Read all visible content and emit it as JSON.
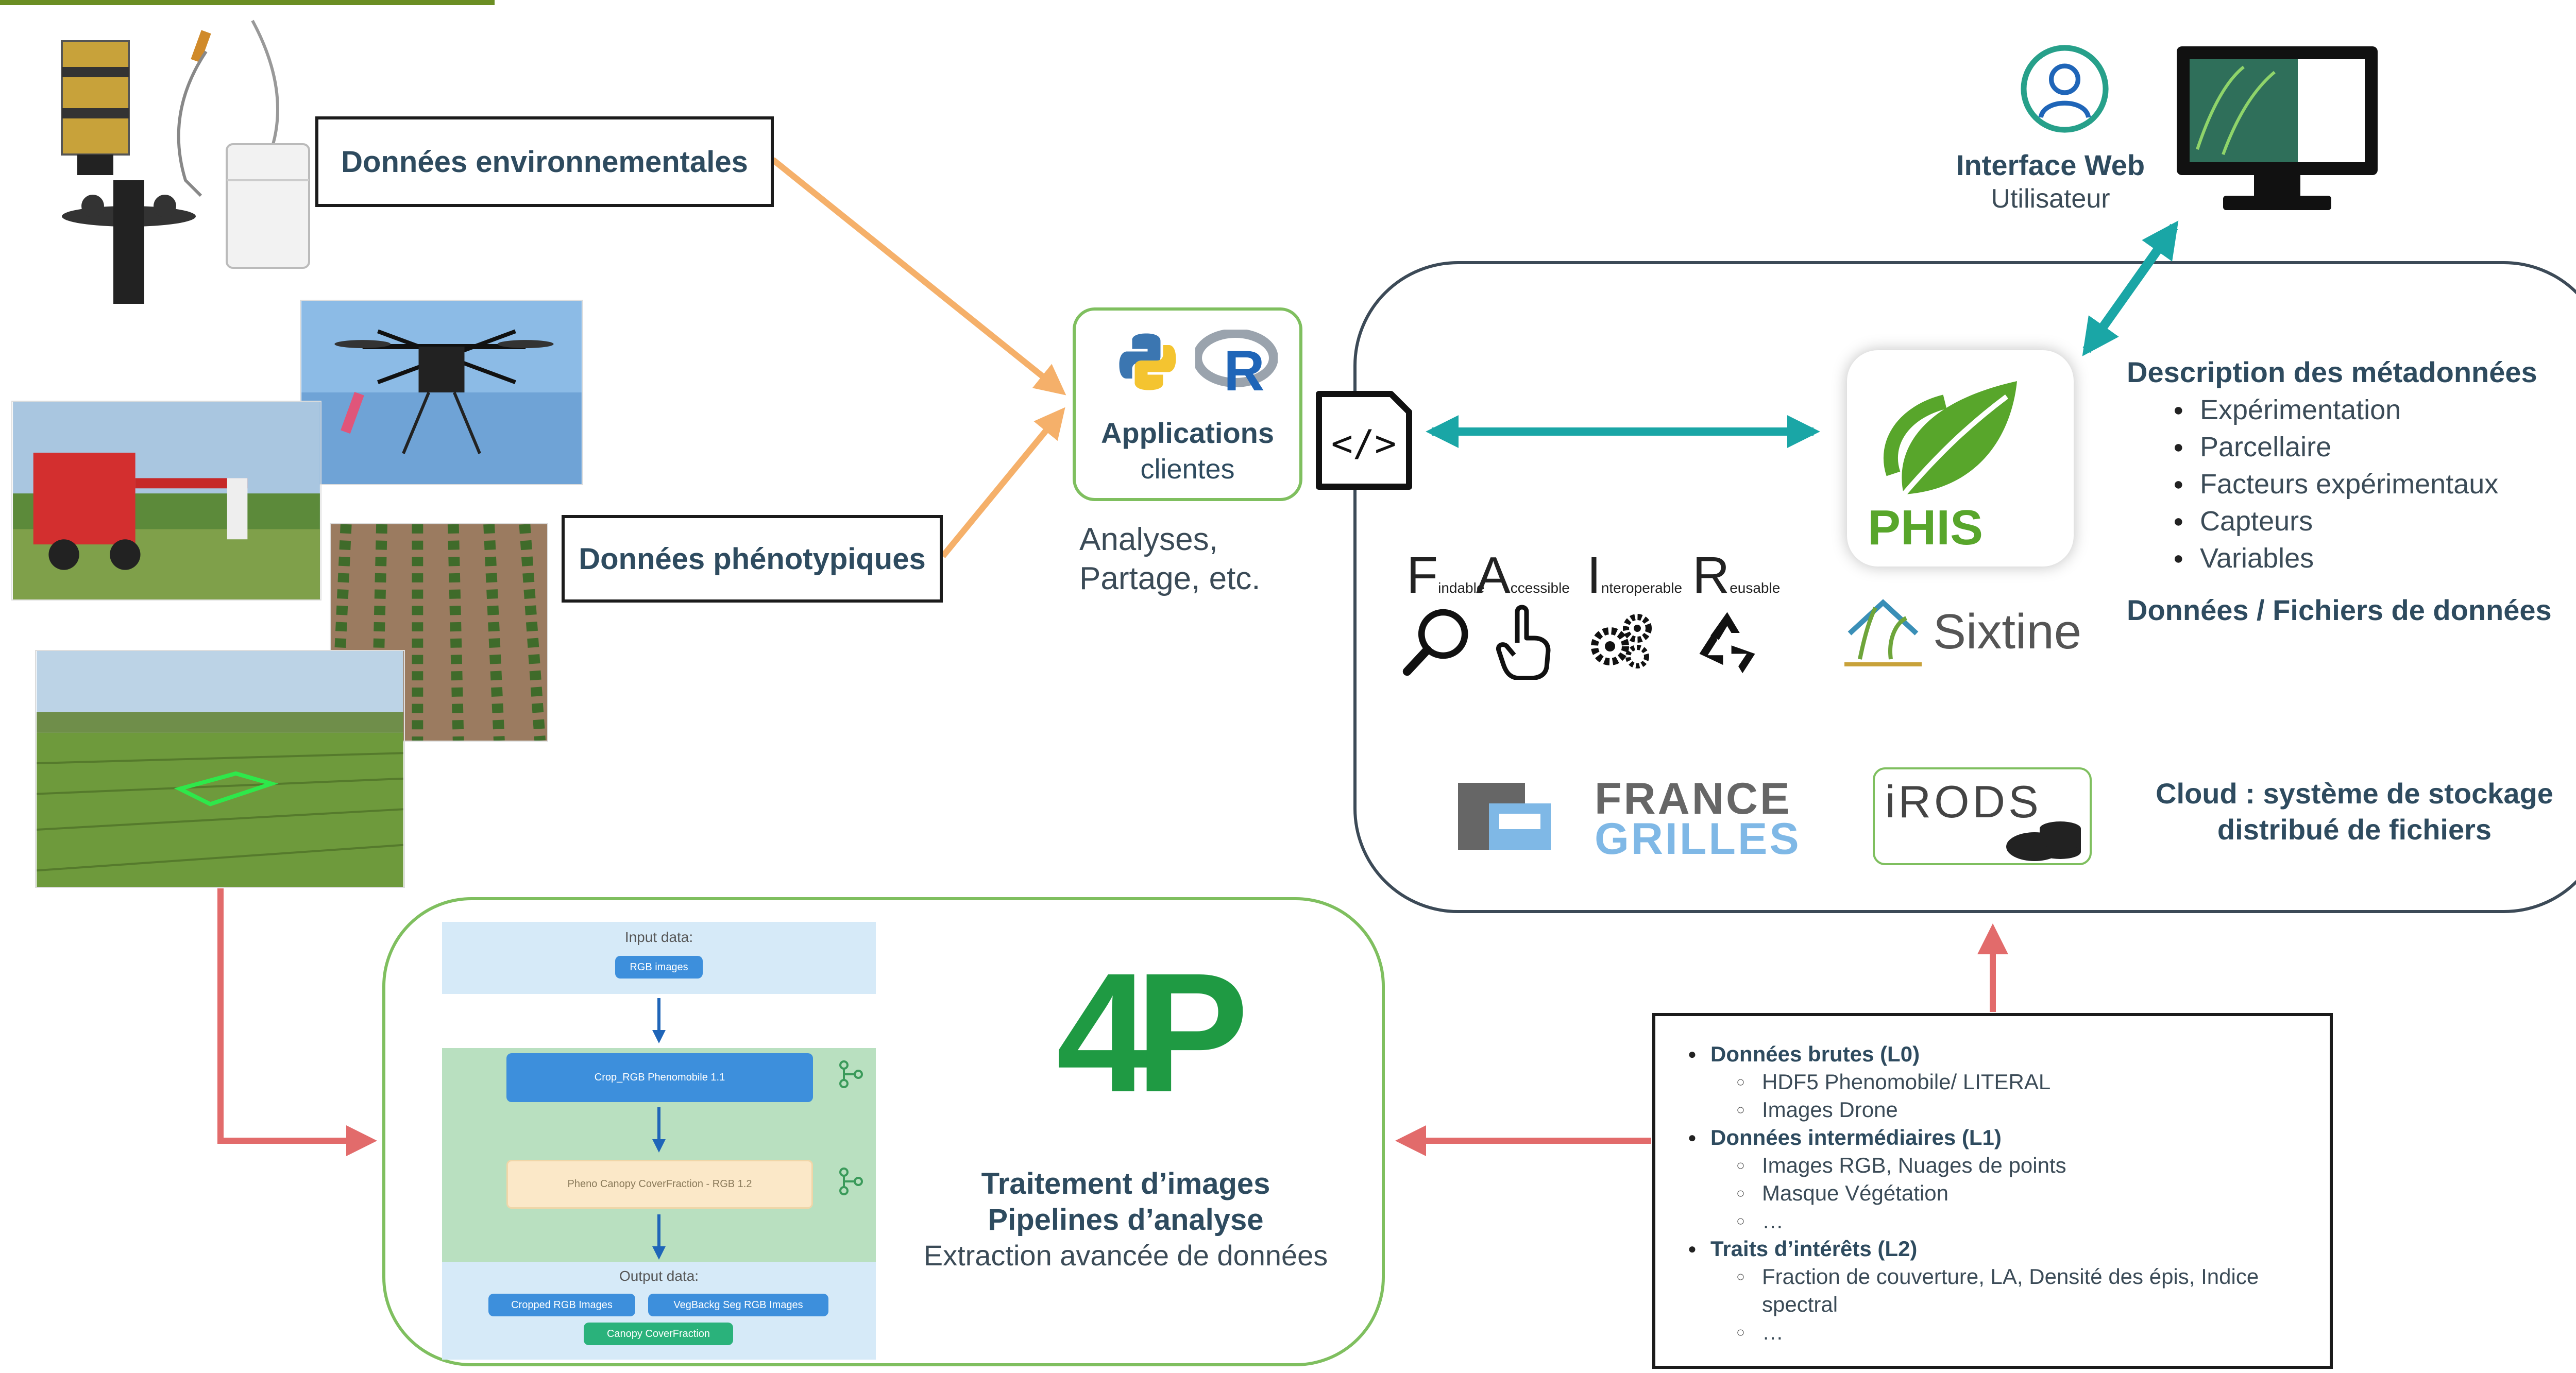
{
  "labels": {
    "env_data": "Données environnementales",
    "pheno_data": "Données phénotypiques",
    "apps_title": "Applications",
    "apps_sub": "clientes",
    "analyses_1": "Analyses,",
    "analyses_2": "Partage, etc.",
    "web_title": "Interface Web",
    "web_sub": "Utilisateur",
    "meta_title": "Description des métadonnées",
    "meta_items": [
      "Expérimentation",
      "Parcellaire",
      "Facteurs expérimentaux",
      "Capteurs",
      "Variables"
    ],
    "data_files": "Données / Fichiers de données",
    "phis_logo": "PHIS",
    "sixtine_logo": "Sixtine",
    "cloud_1": "Cloud : système de stockage",
    "cloud_2": "distribué de fichiers",
    "france_1": "FRANCE",
    "france_2": "GRILLES",
    "irods": "iRODS",
    "logo_4p": "4P",
    "proc_1": "Traitement d’images",
    "proc_2": "Pipelines d’analyse",
    "proc_3": "Extraction avancée de données"
  },
  "fair": [
    {
      "letter": "F",
      "word": "indable",
      "icon": "magnifier-icon"
    },
    {
      "letter": "A",
      "word": "ccessible",
      "icon": "hand-pointer-icon"
    },
    {
      "letter": "I",
      "word": "nteroperable",
      "icon": "gears-icon"
    },
    {
      "letter": "R",
      "word": "eusable",
      "icon": "recycle-icon"
    }
  ],
  "pipeline": {
    "input_title": "Input data:",
    "input_item": "RGB images",
    "step1": "Crop_RGB Phenomobile 1.1",
    "step2": "Pheno Canopy CoverFraction - RGB 1.2",
    "output_title": "Output data:",
    "output_1": "Cropped RGB Images",
    "output_2": "VegBackg Seg RGB Images",
    "output_3": "Canopy CoverFraction"
  },
  "levels": {
    "l0": "Données brutes (L0)",
    "l0_items": [
      "HDF5 Phenomobile/ LITERAL",
      "Images Drone"
    ],
    "l1": "Données intermédiaires (L1)",
    "l1_items": [
      "Images RGB, Nuages de points",
      "Masque Végétation",
      "…"
    ],
    "l2": "Traits d’intérêts (L2)",
    "l2_items": [
      "Fraction de couverture, LA, Densité des épis, Indice",
      "spectral",
      "…"
    ]
  },
  "colors": {
    "orange_arrow": "#f5b06a",
    "teal_arrow": "#1aa6a6",
    "red_arrow": "#e26b6b",
    "green_border": "#7fbf5f",
    "dark_border": "#3c4a57",
    "title_text": "#2e4b5f",
    "pipeline_blue": "#3d8fdc",
    "pipeline_green": "#b9e0c0",
    "pipeline_lightblue": "#d6eaf8",
    "pipeline_beige": "#fbe8c8"
  }
}
